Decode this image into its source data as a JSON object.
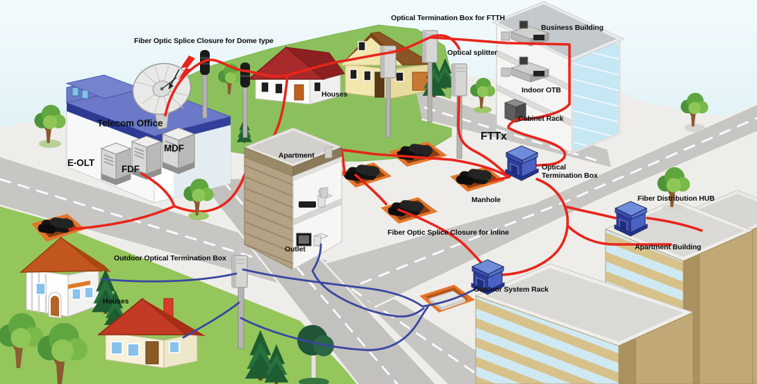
{
  "diagram": {
    "type": "isometric-network-diagram",
    "subject": "FTTx / FTTH fiber optic access network"
  },
  "labels": {
    "dome_splice": "Fiber Optic Splice Closure for Dome type",
    "otb_ftth": "Optical Termination Box for FTTH",
    "business_building": "Business Building",
    "optical_splitter": "Optical splitter",
    "houses_top": "Houses",
    "indoor_otb": "Indoor OTB",
    "cabinet_rack": "Cabinet Rack",
    "telecom_office": "Telecom Office",
    "e_olt": "E-OLT",
    "fdf": "FDF",
    "mdf": "MDF",
    "fttx": "FTTx",
    "optical_termination_box": "Optical Termination Box",
    "apartment": "Apartment",
    "manhole": "Manhole",
    "fiber_distribution_hub": "Fiber Distribution HUB",
    "inline_splice": "Fiber Optic Splice Closure for Inline",
    "outlet": "Outlet",
    "outdoor_otb": "Outdoor Optical Termination Box",
    "houses_bottom": "Houses",
    "outdoor_system_rack": "Outdoor System Rack",
    "apartment_building": "Apartment Building"
  },
  "colors": {
    "fiber_red": "#e8251b",
    "fiber_blue": "#3947a0",
    "cabinet_blue": "#2e3d9c",
    "manhole_orange": "#e2762a",
    "grass_green": "#8cc05c",
    "road_gray": "#c8c6c3",
    "sky_blue": "#bfe2ee",
    "office_roof_blue": "#6b79c8"
  }
}
